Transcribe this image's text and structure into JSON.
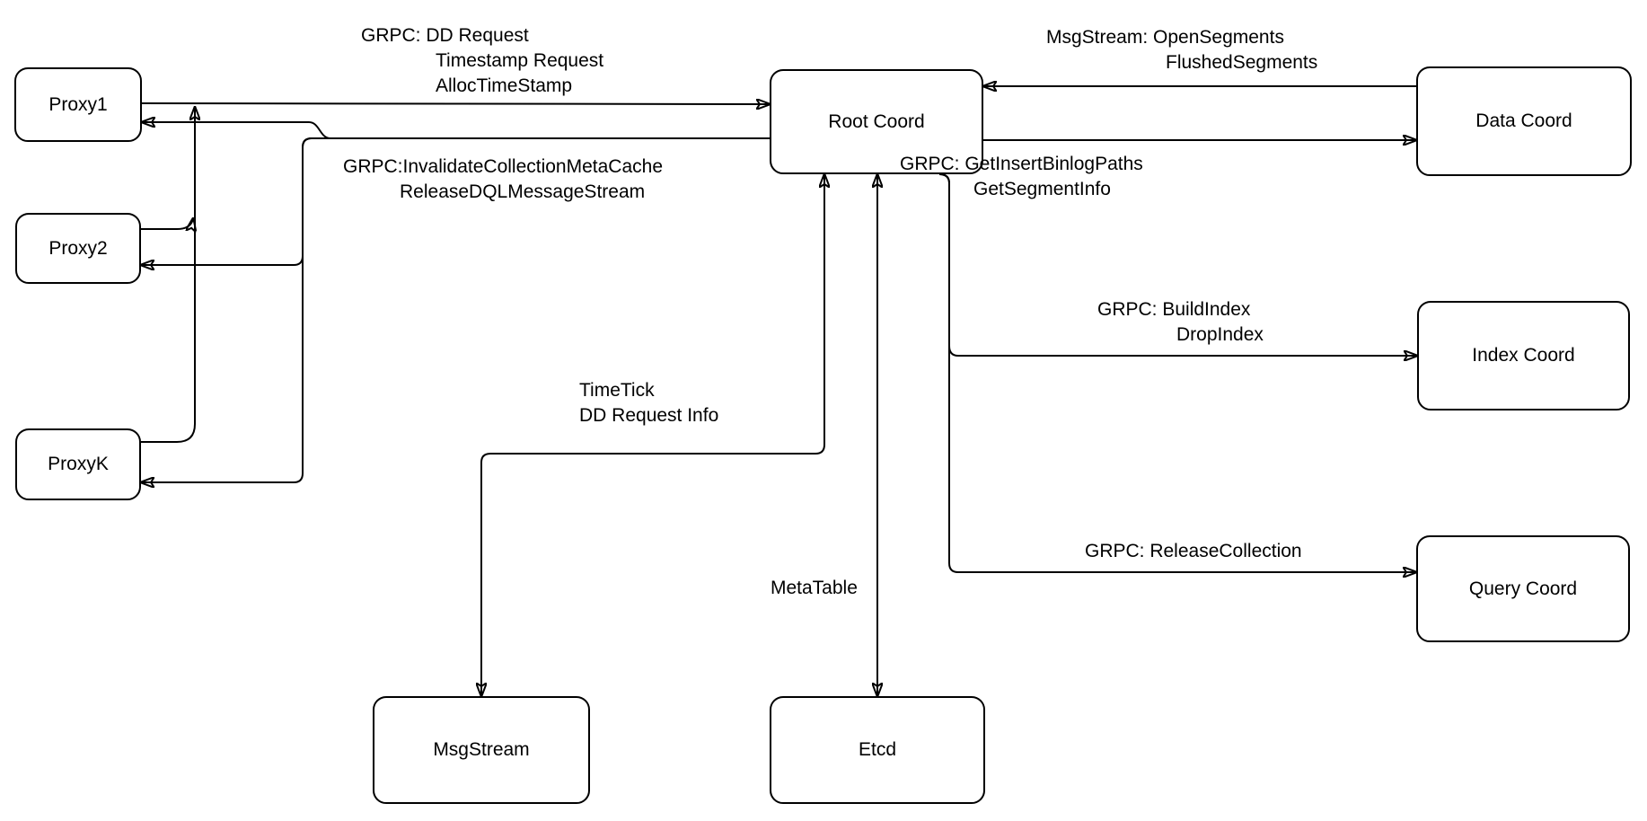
{
  "nodes": {
    "proxy1": {
      "label": "Proxy1"
    },
    "proxy2": {
      "label": "Proxy2"
    },
    "proxyk": {
      "label": "ProxyK"
    },
    "root": {
      "label": "Root Coord"
    },
    "data": {
      "label": "Data Coord"
    },
    "index": {
      "label": "Index Coord"
    },
    "query": {
      "label": "Query Coord"
    },
    "msgstream": {
      "label": "MsgStream"
    },
    "etcd": {
      "label": "Etcd"
    }
  },
  "edge_labels": {
    "proxy_to_root": {
      "lines": [
        "GRPC: DD Request",
        "Timestamp Request",
        "AllocTimeStamp"
      ]
    },
    "root_to_proxy": {
      "lines": [
        "GRPC:InvalidateCollectionMetaCache",
        "ReleaseDQLMessageStream"
      ]
    },
    "data_to_root": {
      "lines": [
        "MsgStream: OpenSegments",
        "FlushedSegments"
      ]
    },
    "root_to_data": {
      "lines": [
        "GRPC: GetInsertBinlogPaths",
        "GetSegmentInfo"
      ]
    },
    "root_to_index": {
      "lines": [
        "GRPC: BuildIndex",
        "DropIndex"
      ]
    },
    "root_to_query": {
      "lines": [
        "GRPC: ReleaseCollection"
      ]
    },
    "root_to_msgstream": {
      "lines": [
        "TimeTick",
        "DD Request Info"
      ]
    },
    "root_to_etcd": {
      "lines": [
        "MetaTable"
      ]
    }
  },
  "colors": {
    "background": "#ffffff",
    "stroke": "#000000",
    "text": "#000000"
  }
}
